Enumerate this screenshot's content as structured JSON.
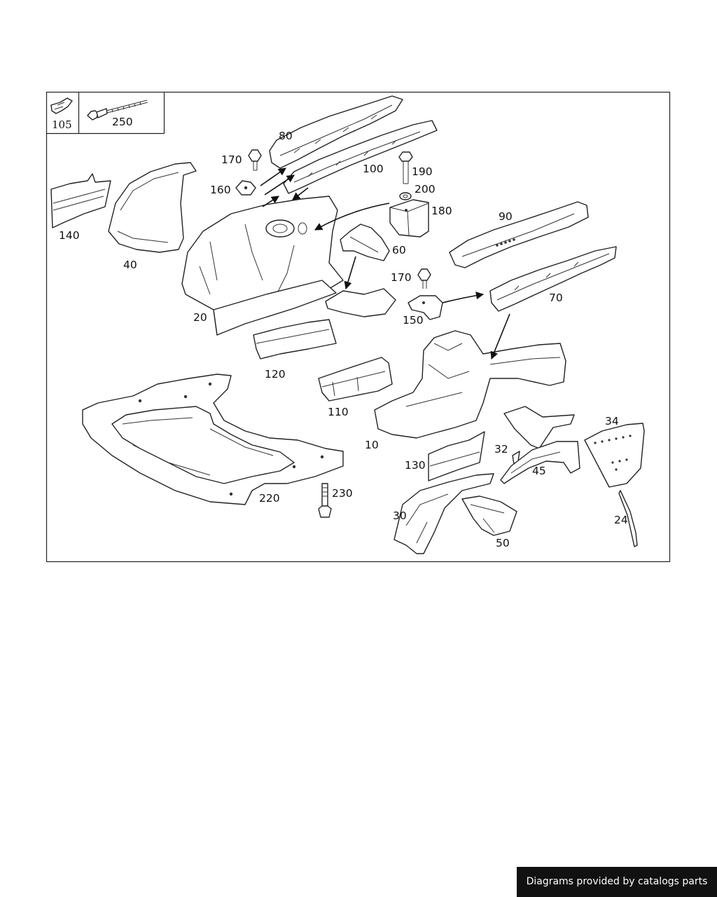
{
  "diagram": {
    "callouts": [
      "105",
      "250",
      "80",
      "100",
      "170",
      "190",
      "200",
      "160",
      "180",
      "90",
      "140",
      "40",
      "60",
      "170",
      "150",
      "70",
      "20",
      "120",
      "110",
      "10",
      "34",
      "32",
      "130",
      "45",
      "220",
      "230",
      "30",
      "50",
      "24"
    ]
  },
  "footer": {
    "credit": "Diagrams provided by catalogs parts"
  },
  "colors": {
    "ink": "#222222",
    "paper": "#ffffff",
    "banner": "#111111"
  }
}
